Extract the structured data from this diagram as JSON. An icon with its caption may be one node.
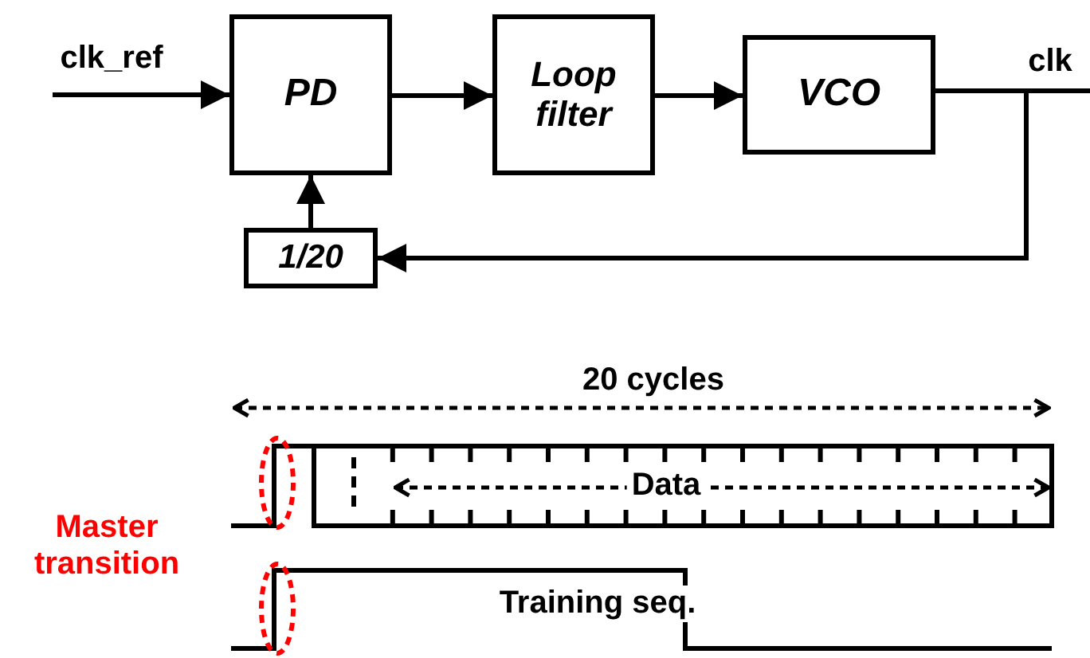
{
  "diagram": {
    "nodes": [
      {
        "text": [
          "PD"
        ]
      },
      {
        "text": [
          "Loop filter"
        ]
      },
      {
        "text": [
          "VCO"
        ]
      },
      {
        "text": [
          "1/20"
        ]
      }
    ],
    "edges": [
      {
        "from": null,
        "to": 0,
        "arrow": "to",
        "label": "clk_ref"
      },
      {
        "from": 0,
        "to": 1,
        "arrow": "to"
      },
      {
        "from": 1,
        "to": 2,
        "arrow": "to"
      },
      {
        "from": 2,
        "to": null,
        "arrow": "none",
        "label": "clk"
      },
      {
        "from": 2,
        "to": 3,
        "arrow": "to"
      },
      {
        "from": 3,
        "to": 0,
        "arrow": "to"
      }
    ],
    "labels": [
      "20 cycles",
      "Data",
      "Master transition",
      "Training seq."
    ]
  }
}
